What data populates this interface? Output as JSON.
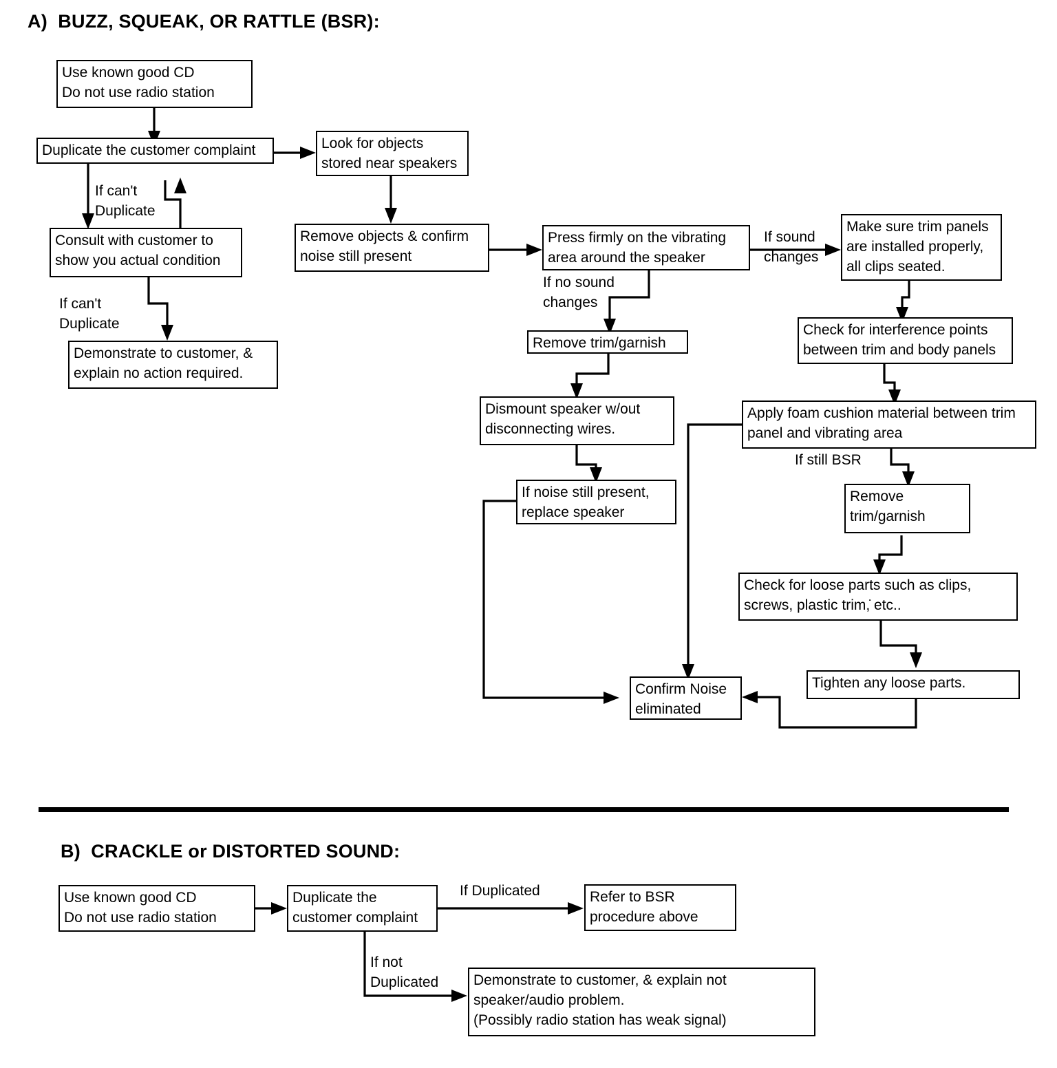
{
  "document": {
    "kind": "troubleshooting-flowchart"
  },
  "sections": [
    {
      "id": "A",
      "title": "A)  BUZZ, SQUEAK, OR RATTLE (BSR):",
      "nodes": [
        {
          "id": "a1",
          "text": "Use known good CD\nDo not use radio station"
        },
        {
          "id": "a2",
          "text": "Duplicate the customer complaint"
        },
        {
          "id": "a3",
          "text": "Consult with customer to\nshow you actual condition"
        },
        {
          "id": "a4",
          "text": "Demonstrate to customer, &\nexplain no action required."
        },
        {
          "id": "a5",
          "text": "Look for objects\nstored near speakers"
        },
        {
          "id": "a6",
          "text": "Remove objects & confirm\nnoise still present"
        },
        {
          "id": "a7",
          "text": "Press firmly on the vibrating\narea around the speaker"
        },
        {
          "id": "a8",
          "text": "Make sure trim panels\nare installed properly,\nall clips seated."
        },
        {
          "id": "a9",
          "text": "Remove trim/garnish"
        },
        {
          "id": "a10",
          "text": "Check for interference points\nbetween trim and body panels"
        },
        {
          "id": "a11",
          "text": "Dismount speaker w/out\ndisconnecting wires."
        },
        {
          "id": "a12",
          "text": "Apply foam cushion material between trim\npanel and vibrating area"
        },
        {
          "id": "a13",
          "text": "If noise still present,\nreplace speaker"
        },
        {
          "id": "a14",
          "text": "Remove\ntrim/garnish"
        },
        {
          "id": "a15",
          "text": "Check for loose parts such as clips,\nscrews, plastic trim,̇ etc.."
        },
        {
          "id": "a16",
          "text": "Confirm Noise\neliminated"
        },
        {
          "id": "a17",
          "text": "Tighten any loose parts."
        }
      ],
      "edge_labels": [
        {
          "id": "al1",
          "text": "If can't\n  Duplicate"
        },
        {
          "id": "al2",
          "text": "If can't\nDuplicate"
        },
        {
          "id": "al3",
          "text": "If no sound\nchanges"
        },
        {
          "id": "al4",
          "text": "If sound\nchanges"
        },
        {
          "id": "al5",
          "text": "If still BSR"
        }
      ]
    },
    {
      "id": "B",
      "title": "B)  CRACKLE or DISTORTED SOUND:",
      "nodes": [
        {
          "id": "b1",
          "text": "Use known good CD\nDo not use radio station"
        },
        {
          "id": "b2",
          "text": "Duplicate the\ncustomer complaint"
        },
        {
          "id": "b3",
          "text": "Refer to BSR\nprocedure above"
        },
        {
          "id": "b4",
          "text": "Demonstrate to customer, & explain not\nspeaker/audio problem.\n(Possibly radio station has weak signal)"
        }
      ],
      "edge_labels": [
        {
          "id": "bl1",
          "text": "If Duplicated"
        },
        {
          "id": "bl2",
          "text": "If  not\nDuplicated"
        }
      ]
    }
  ],
  "colors": {
    "ink": "#000000",
    "paper": "#ffffff"
  }
}
